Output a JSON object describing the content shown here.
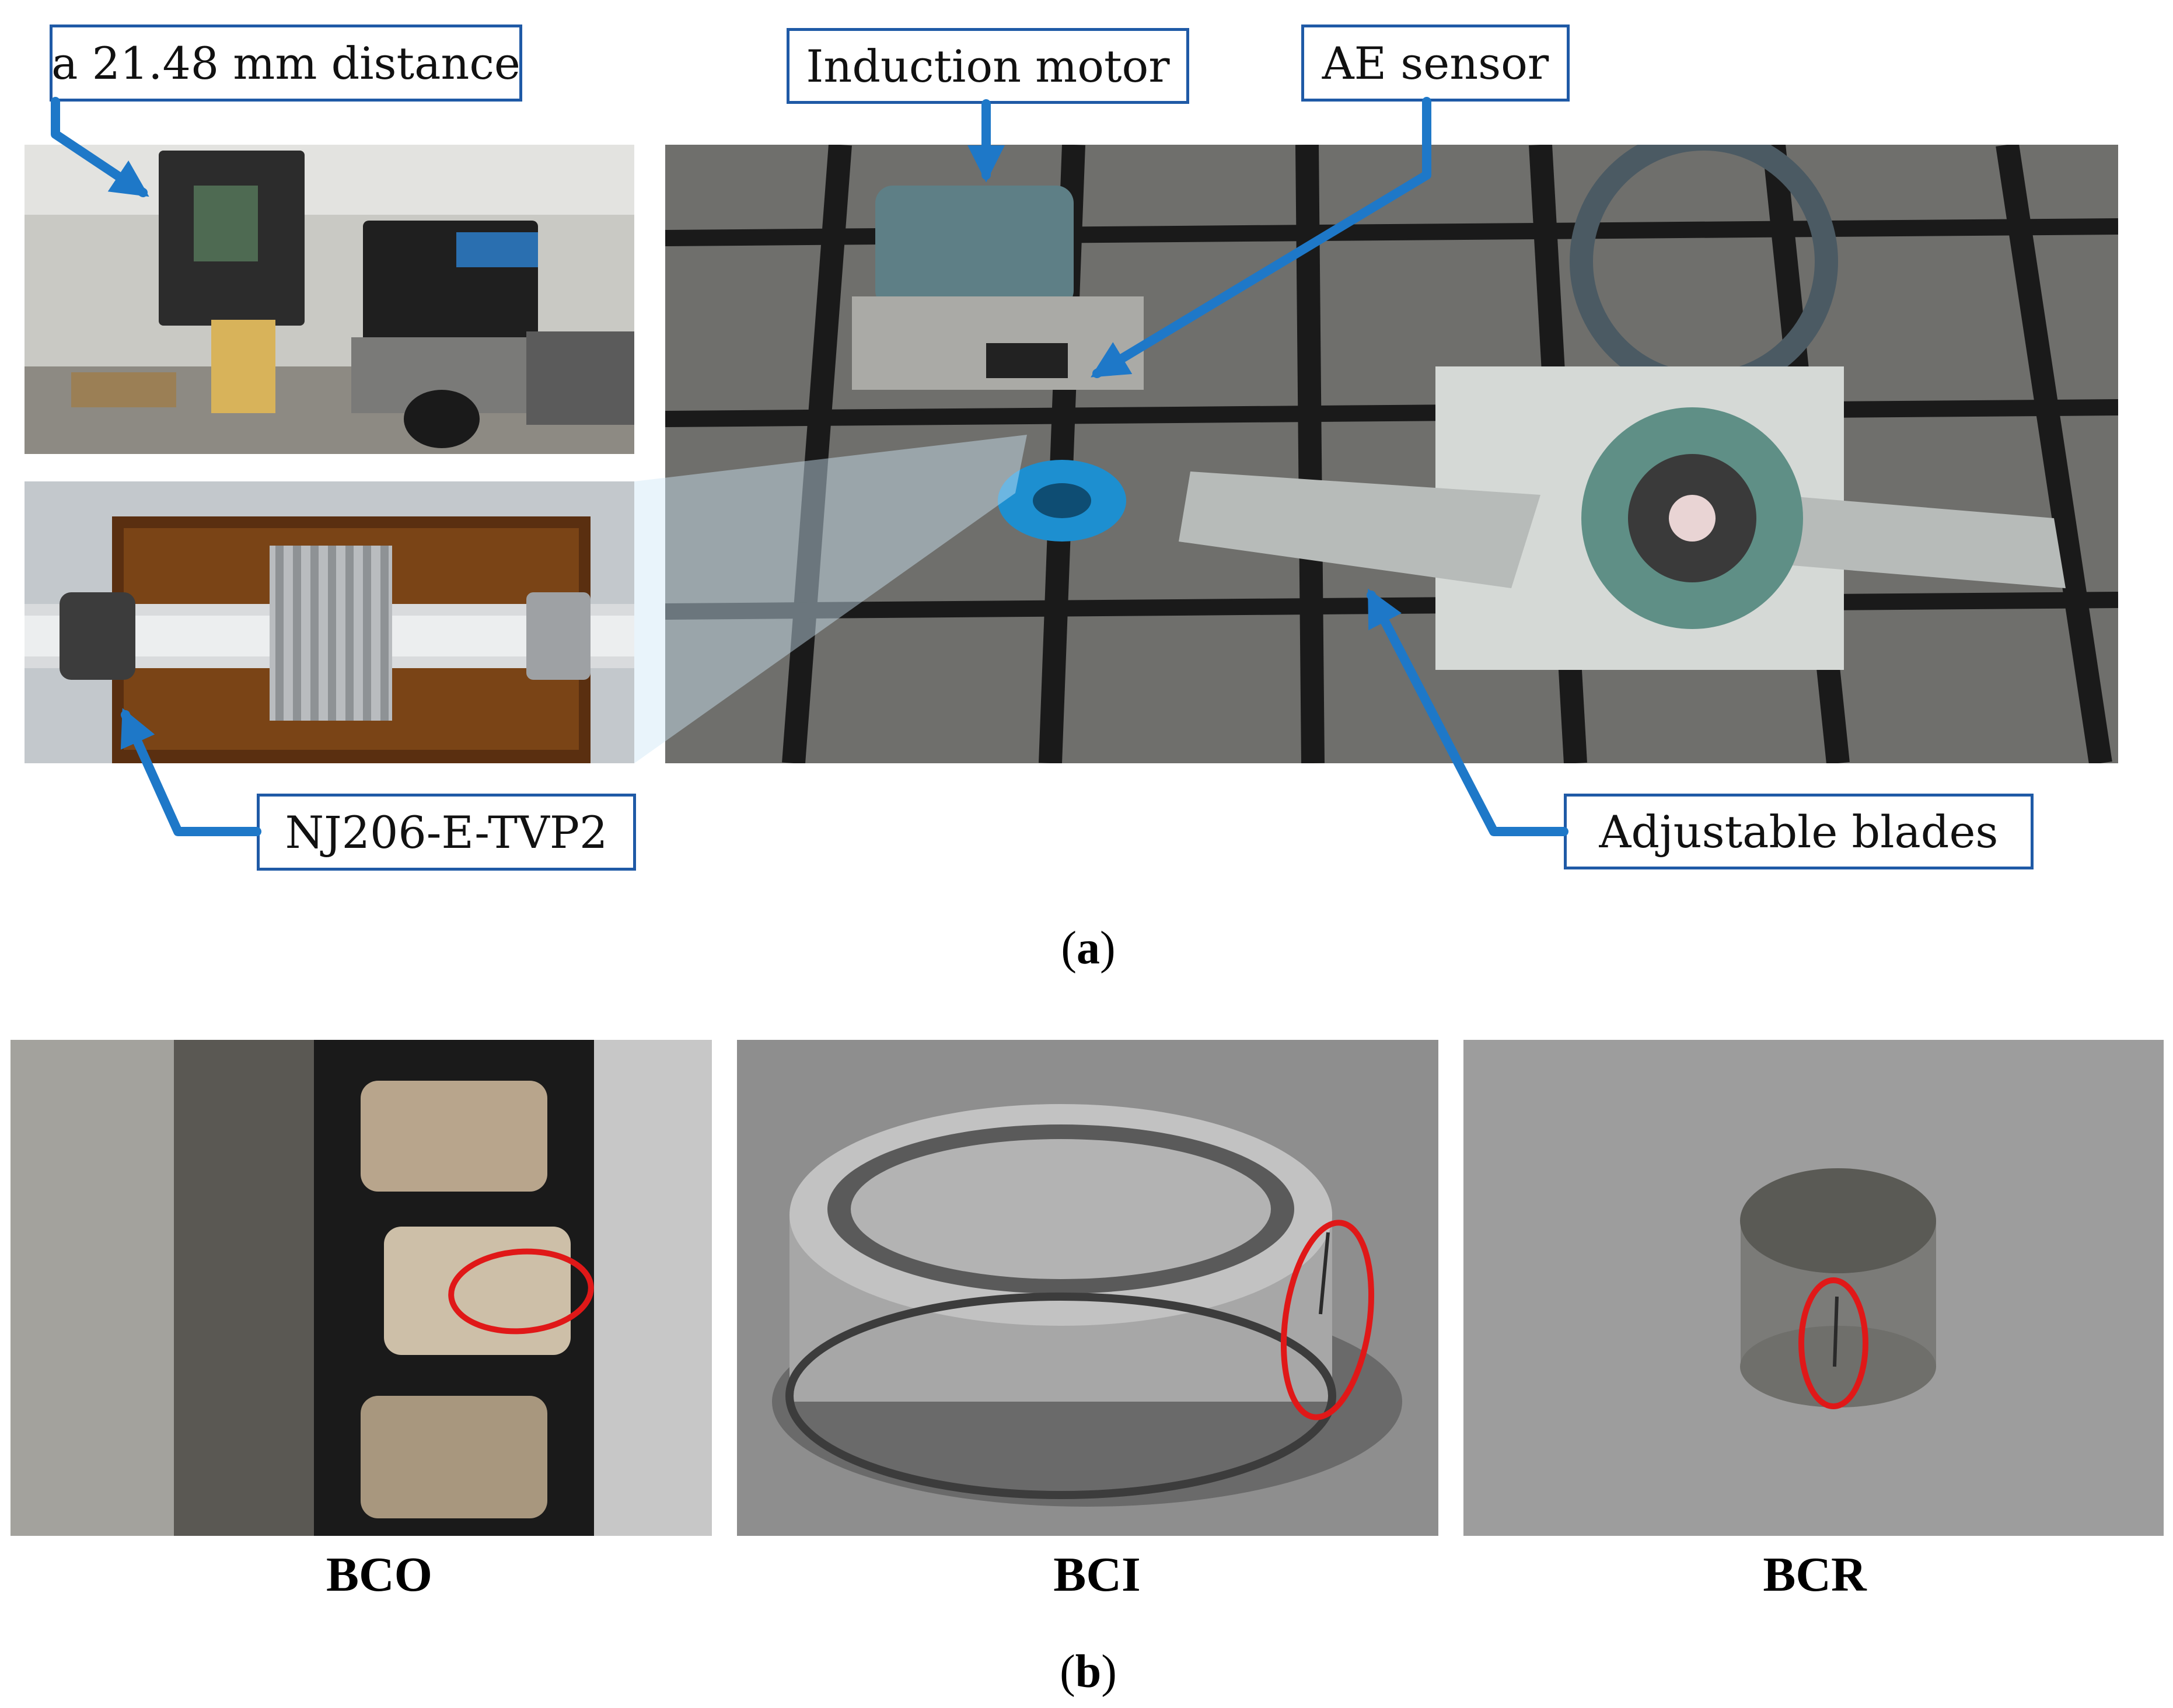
{
  "panel_a": {
    "label_open": "(",
    "label_letter": "a",
    "label_close": ")",
    "callouts": {
      "distance": "a 21.48 mm distance",
      "motor": "Induction motor",
      "sensor": "AE sensor",
      "bearing": "NJ206-E-TVP2",
      "blades": "Adjustable blades"
    }
  },
  "panel_b": {
    "label_open": "(",
    "label_letter": "b",
    "label_close": ")",
    "defects": [
      {
        "label": "BCO"
      },
      {
        "label": "BCI"
      },
      {
        "label": "BCR"
      }
    ]
  },
  "colors": {
    "callout_blue": "#1f5aa6",
    "arrow_blue": "#1e78c8",
    "defect_red": "#e01818"
  }
}
